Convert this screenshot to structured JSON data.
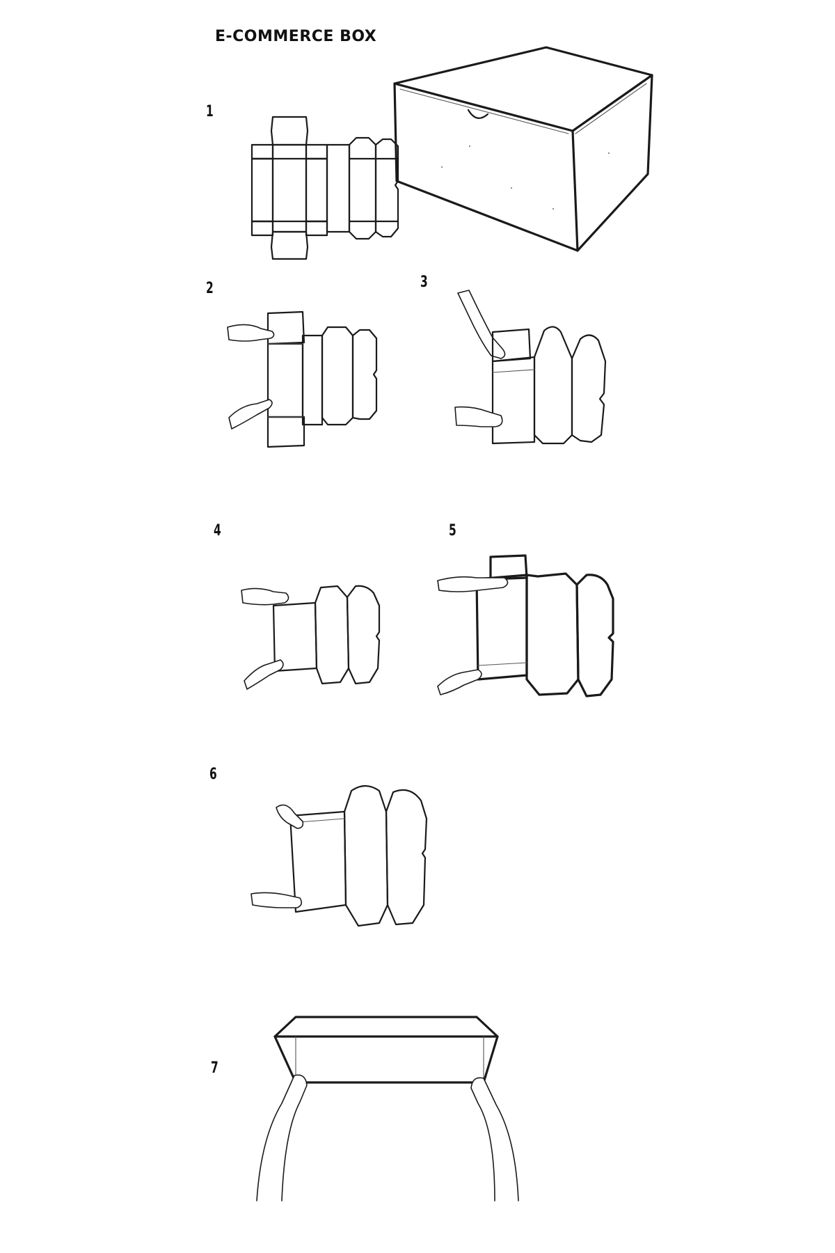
{
  "title": "E-COMMERCE BOX",
  "steps": [
    {
      "number": "1"
    },
    {
      "number": "2"
    },
    {
      "number": "3"
    },
    {
      "number": "4"
    },
    {
      "number": "5"
    },
    {
      "number": "6"
    },
    {
      "number": "7"
    }
  ]
}
